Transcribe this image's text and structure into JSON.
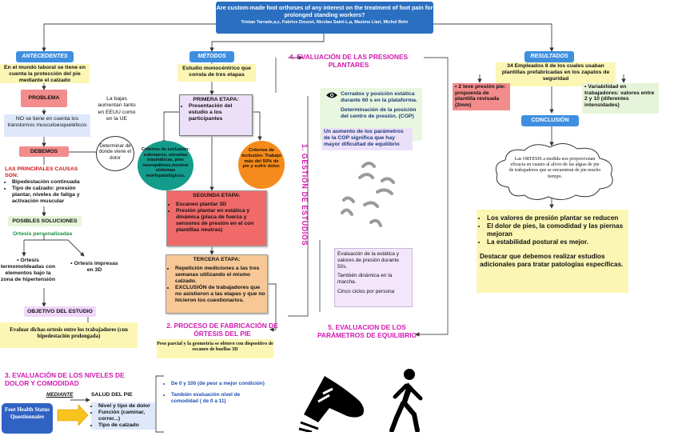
{
  "title": {
    "text": "Are custom-made foot orthoses of any interest on the treatment of foot pain for prolonged standing workers?",
    "authors": "Tristan Tarrade,a,c, Fabrice Doucet, Nicolas Saint-L,a, Maxime Llari, Michel Behr"
  },
  "antecedentes": {
    "header": "ANTECEDENTES",
    "intro": "En el mundo laboral se tiene en cuenta la protección del pie mediante el calzado",
    "problema_label": "PROBLEMA",
    "problema_text": "NO se tiene en cuenta los transtornos musculoesqueléticos",
    "side_text": "La bajas aumentan tanto en EEUU como en la UE",
    "debemos_label": "DEBEMOS",
    "determinar": "Determinar de donde viene el dolor",
    "causas_title": "LAS PRINCIPALES CAUSAS SON:",
    "causas": [
      "Bipedestación continuada",
      "Tipo de calzado: presión plantar, niveles de fatiga y activación muscular"
    ],
    "soluciones_label": "POSIBLES SOLUCIONES",
    "ortesis_label": "Ortesis personalizadas",
    "ortesis_a": "Ortesis termomoldeadas con elementos bajo la zona de hipertensión",
    "ortesis_b": "Ortesis impresas en 3D",
    "objetivo_label": "OBJETIVO DEL ESTUDIO",
    "objetivo_text": "Evaluar dichas ortesis entre los trabajadores (con bipedestación prolongada)"
  },
  "metodos": {
    "header": "MÉTODOS",
    "intro": "Estudio monocéntrico  que consta de tres etapas",
    "primera_title": "PRIMERA ETAPA:",
    "primera_items": [
      "Presentación del estudio a los participantes"
    ],
    "exclusion": "Criterios de exclusión: sobrepeso, secuelas traumáticas, pies neuropáticos,mostrar síntomas morfopatológicos.",
    "inclusion_title": "Criterios de inclusión:",
    "inclusion_text": "Trabajo más del 50% de pie y sufrir dolor.",
    "segunda_title": "SEGUNDA ETAPA:",
    "segunda_items": [
      "Escaneo plantar 3D",
      "Presión plantar en estática y dinámica (placa de fuerza y sensores de presión en el con plantillas neutras)"
    ],
    "tercera_title": "TERCERA ETAPA:",
    "tercera_items": [
      "Repetición mediciones a las tres semanas utilizando el mismo calzado.",
      "EXCLUSIÓN de trabajadores que no asistieron a las etapas y que no hicieron los cuestionarios."
    ]
  },
  "presiones": {
    "title": "4. EVALUACIÓN DE LAS PRESIONES PLANTARES",
    "text1": "Cerrados y posición estática durante 60 s en la plataforma.",
    "text2": "Determinación de la posición del centro de presión. (COP)",
    "note": "Un aumento de los parámetros de la COP significa que hay mayor dificultad de equilibrio",
    "eye_icon": "eye-icon"
  },
  "gestion": {
    "title": "1. GESTIÓN DE ESTUDIOS"
  },
  "equilibrio": {
    "text1": "Evaluación de la estática y valores de presión durante 50s.",
    "text2": "También dinámica en la marcha.",
    "text3": "Cinco ciclos por persona",
    "title": "5. EVALUACION DE LOS PARÁMETROS DE EQUILIBRIO"
  },
  "fabricacion": {
    "title": "2. PROCESO DE FABRICACIÓN DE ÓRTESIS DEL PIE",
    "text": "Peso parcial y la geometría se obtuvo con dispositivo de escaneo de huellas 3D"
  },
  "dolor": {
    "title": "3. EVALUACIÓN DE LOS NIVELES DE DOLOR Y COMODIDAD",
    "mediante": "MEDIANTE",
    "fhsq": "Foot Health Status Questionnaire",
    "salud_title": "SALUD DEL PIE",
    "salud_items": [
      "Nivel y tipo de dolor",
      "Función (caminar, correr...)",
      "Tipo de calzado"
    ],
    "scales": [
      "De 0 y 100 (de peor a mejor condición)",
      "También evaluación nivel de comodidad ( de 0 a 11)"
    ]
  },
  "resultados": {
    "header": "RESULTADOS",
    "intro": "34 Empleados 8 de los cuales usaban plantillas prefabricadas en los zapatos de seguridad",
    "left": "2 leve presión pie: propuesta de plantilla revisada (2mm)",
    "right": "Variabilidad en trabajadores: valores entre 2 y 10 (diferentes intensidades)",
    "conclusion_label": "CONCLUSIÓN",
    "cloud": "Las ORTESIS a medida nos proporcionan eficacia en cuanto  al alivio de las algias de pie de trabajadores que se encuentran de pie mucho tiempo.",
    "findings": [
      "Los valores de presión plantar se reducen",
      "El dolor de pies, la comodidad y las piernas mejoran",
      "La estabilidad postural es mejor."
    ],
    "destacar": "Destacar que debemos realizar estudios adicionales para tratar patologías específicas."
  },
  "icons": [
    "footprints-icon",
    "shoe-step-icon",
    "walking-person-icon",
    "eye-icon"
  ],
  "colors": {
    "title": "#2a6fc0",
    "header": "#3f8fe0",
    "yellow": "#fbf6b4",
    "magenta": "#d21ab0",
    "arrow": "#c0392b"
  }
}
